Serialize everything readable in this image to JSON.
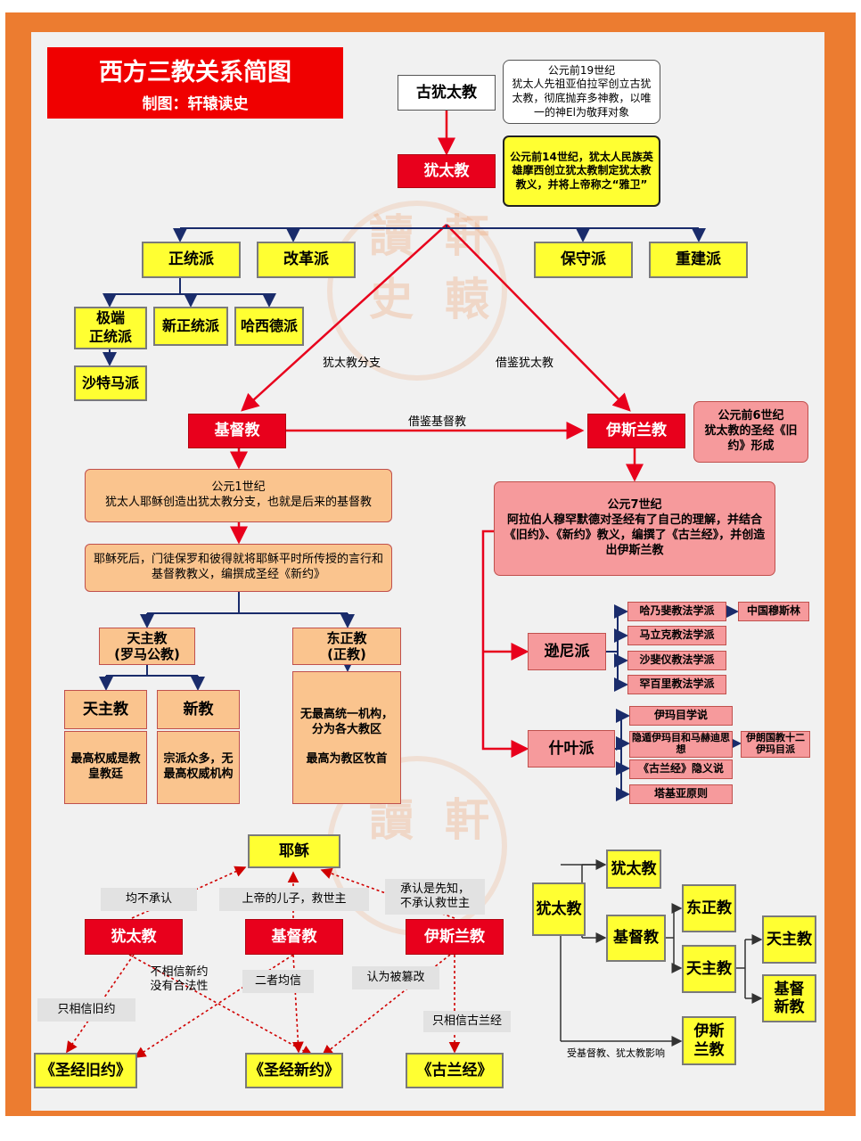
{
  "title": "西方三教关系简图",
  "subtitle": "制图：轩辕读史",
  "seal_chars": [
    "讀",
    "軒",
    "史",
    "轅"
  ],
  "colors": {
    "frame": "#ec7c30",
    "yellow": "#ffff32",
    "red": "#e8001c",
    "pink": "#f69a9c",
    "tan": "#fac48e"
  },
  "top": {
    "ancient": "古犹太教",
    "ancient_note": "公元前19世纪\n犹太人先祖亚伯拉罕创立古犹太教，彻底抛弃多神教，以唯一的神El为敬拜对象",
    "judaism": "犹太教",
    "judaism_note": "公元前14世纪，犹太人民族英雄摩西创立犹太教制定犹太教教义，并将上帝称之“雅卫”",
    "branches": [
      "正统派",
      "改革派",
      "保守派",
      "重建派"
    ],
    "orthodox_sub": [
      "极端\n正统派",
      "新正统派",
      "哈西德派"
    ],
    "satmar": "沙特马派",
    "label_branch": "犹太教分支",
    "label_borrow_judaism": "借鉴犹太教",
    "label_borrow_christian": "借鉴基督教"
  },
  "christian": {
    "name": "基督教",
    "note1": "公元1世纪\n犹太人耶稣创造出犹太教分支，也就是后来的基督教",
    "note2": "耶稣死后，门徒保罗和彼得就将耶稣平时所传授的言行和基督教教义，编撰成圣经《新约》",
    "catholic_roman": "天主教\n(罗马公教)",
    "orthodox": "东正教\n(正教)",
    "catholic": "天主教",
    "protestant": "新教",
    "catholic_desc": "最高权威是教皇教廷",
    "protestant_desc": "宗派众多，无最高权威机构",
    "orthodox_desc": "无最高统一机构，分为各大教区\n\n最高为教区牧首"
  },
  "islam": {
    "name": "伊斯兰教",
    "note_bc": "公元前6世纪\n犹太教的圣经《旧约》形成",
    "note_7c": "公元7世纪\n阿拉伯人穆罕默德对圣经有了自己的理解，并结合《旧约》、《新约》教义，编撰了《古兰经》，并创造出伊斯兰教",
    "sunni": "逊尼派",
    "shia": "什叶派",
    "sunni_schools": [
      "哈乃斐教法学派",
      "马立克教法学派",
      "沙斐仪教法学派",
      "罕百里教法学派"
    ],
    "chinese_muslim": "中国穆斯林",
    "shia_items": [
      "伊玛目学说",
      "隐遁伊玛目和马赫迪思想",
      "《古兰经》隐义说",
      "塔基亚原则"
    ],
    "iran": "伊朗国教十二伊玛目派"
  },
  "bottom": {
    "jesus": "耶稣",
    "judaism": "犹太教",
    "christian": "基督教",
    "islam": "伊斯兰教",
    "ot": "《圣经旧约》",
    "nt": "《圣经新约》",
    "quran": "《古兰经》",
    "lbl_none": "均不承认",
    "lbl_son": "上帝的儿子，救世主",
    "lbl_prophet": "承认是先知，\n不承认救世主",
    "lbl_no_nt": "不相信新约\n没有合法性",
    "lbl_both": "二者均信",
    "lbl_tampered": "认为被篡改",
    "lbl_only_ot": "只相信旧约",
    "lbl_only_quran": "只相信古兰经"
  },
  "tree": {
    "judaism": "犹太教",
    "judaism2": "犹太教",
    "christian": "基督教",
    "orthodox": "东正教",
    "catholic_branch": "天主教",
    "catholic": "天主教",
    "protestant": "基督\n新教",
    "islam": "伊斯\n兰教",
    "influence": "受基督教、犹太教影响"
  }
}
